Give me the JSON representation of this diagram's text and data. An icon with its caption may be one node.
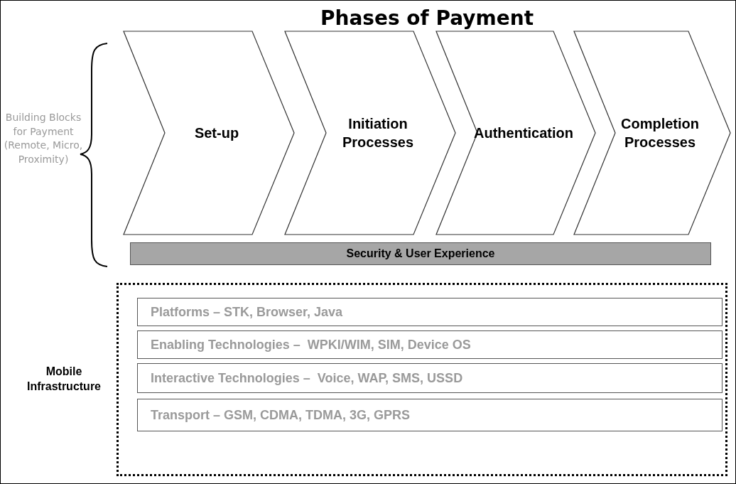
{
  "diagram": {
    "title": "Phases of Payment",
    "nodes": [
      {
        "text": [
          "Set-up"
        ]
      },
      {
        "text": [
          "Initiation Processes"
        ]
      },
      {
        "text": [
          "Authentication"
        ]
      },
      {
        "text": [
          "Completion Processes"
        ]
      },
      {
        "text": [
          "Security & User Experience"
        ]
      },
      {
        "text": [
          "Mobile Infrastructure"
        ]
      },
      {
        "text": [
          "Platforms – STK, Browser, Java"
        ],
        "in": 5
      },
      {
        "text": [
          "Enabling Technologies –  WPKI/WIM, SIM, Device OS"
        ],
        "in": 5
      },
      {
        "text": [
          "Interactive Technologies –  Voice, WAP, SMS, USSD"
        ],
        "in": 5
      },
      {
        "text": [
          "Transport – GSM, CDMA, TDMA, 3G, GPRS"
        ],
        "in": 5
      }
    ],
    "labels": [
      "Building Blocks for Payment (Remote, Micro, Proximity)"
    ]
  }
}
